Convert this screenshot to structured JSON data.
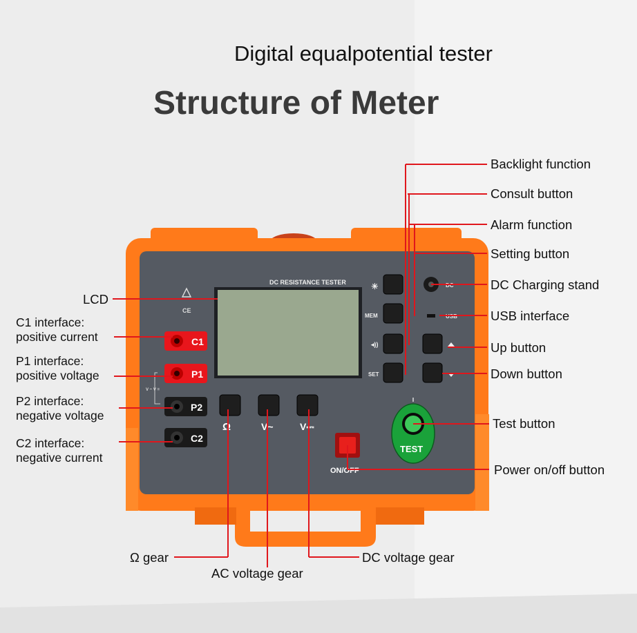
{
  "header": {
    "subtitle": "Digital equalpotential tester",
    "title": "Structure of Meter"
  },
  "device": {
    "model_label": "DC RESISTANCE TESTER",
    "ports": {
      "c1": "C1",
      "p1": "P1",
      "p2": "P2",
      "c2": "C2"
    },
    "side_keys": {
      "mem": "MEM",
      "set": "SET",
      "dc": "DC",
      "usb": "USB"
    },
    "gear_keys": {
      "ohm": "Ω",
      "ac": "V~",
      "dc": "V⎓"
    },
    "power_key": "ON/OFF",
    "test_key": "TEST",
    "mark_ce": "CE",
    "mark_v": "V ~ V ="
  },
  "labels": {
    "backlight": "Backlight function",
    "consult": "Consult button",
    "alarm": "Alarm function",
    "setting": "Setting button",
    "dc_charging": "DC Charging stand",
    "usb": "USB interface",
    "up": "Up button",
    "down": "Down button",
    "test": "Test button",
    "power": "Power on/off button",
    "lcd": "LCD",
    "c1_a": "C1 interface:",
    "c1_b": "positive current",
    "p1_a": "P1 interface:",
    "p1_b": "positive voltage",
    "p2_a": "P2 interface:",
    "p2_b": "negative voltage",
    "c2_a": "C2 interface:",
    "c2_b": "negative current",
    "ohm_gear": "Ω gear",
    "ac_gear": "AC voltage gear",
    "dc_gear": "DC voltage gear"
  },
  "colors": {
    "case_orange": "#ff7a1a",
    "panel_gray": "#555a62",
    "lcd_green": "#9aa88f",
    "port_red": "#e8161c",
    "port_black": "#1a1a1a",
    "test_green": "#1aa23a",
    "leader_red": "#e0161c"
  }
}
